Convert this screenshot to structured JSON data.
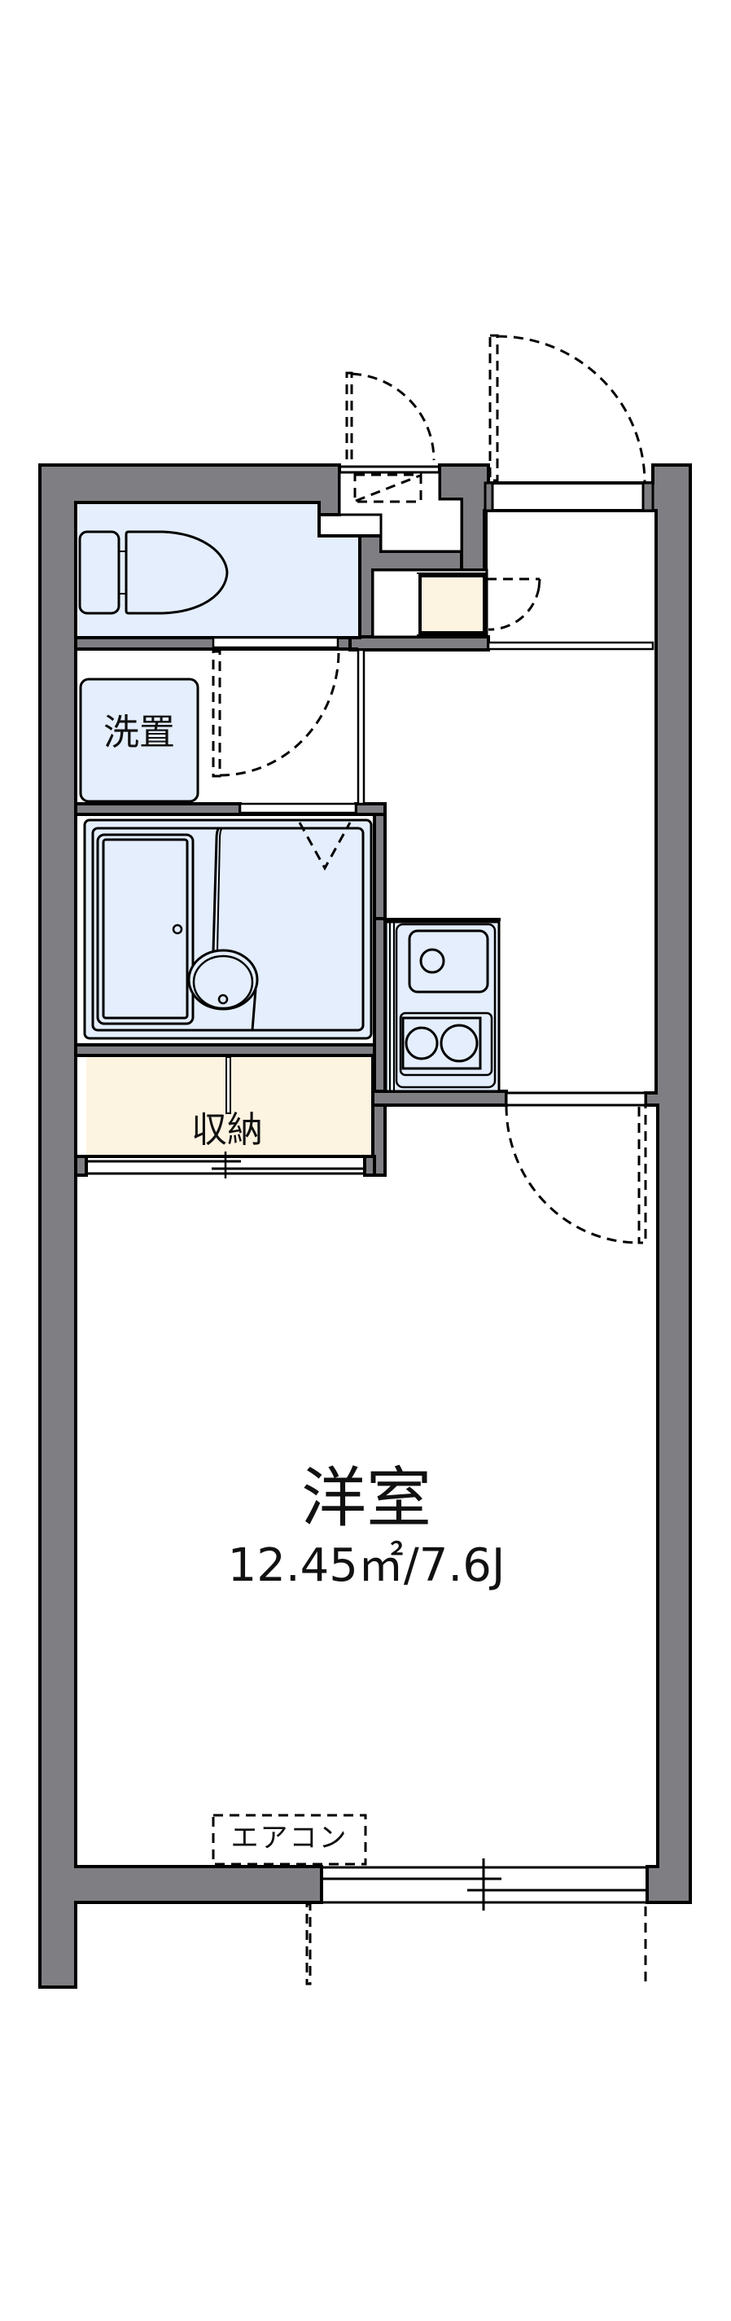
{
  "plan": {
    "type": "apartment floor plan (1K)",
    "colors": {
      "wall": "#7f7f83",
      "wet_area": "#e4eefc",
      "storage": "#fdf3e1",
      "line": "#000000",
      "background": "#ffffff"
    }
  },
  "rooms": {
    "main": {
      "name": "洋室",
      "area": "12.45㎡/7.6J"
    },
    "washroom": {
      "washer_label": "洗置"
    },
    "storage": {
      "label": "収納"
    },
    "air_conditioner": {
      "label": "エアコン"
    }
  },
  "fixtures": [
    {
      "name": "toilet"
    },
    {
      "name": "washing-machine-space",
      "label": "洗置"
    },
    {
      "name": "unit-bath"
    },
    {
      "name": "kitchen-sink"
    },
    {
      "name": "two-burner-stove"
    },
    {
      "name": "shoe-cabinet"
    },
    {
      "name": "meter-box"
    },
    {
      "name": "closet",
      "label": "収納"
    },
    {
      "name": "air-conditioner",
      "label": "エアコン"
    }
  ]
}
